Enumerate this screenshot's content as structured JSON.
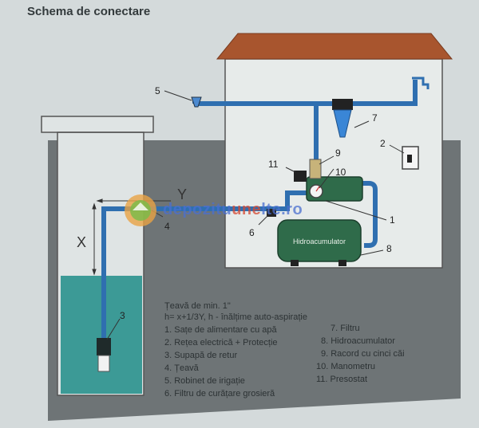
{
  "title": "Schema de conectare",
  "spec_line_1": "Țeavă de min. 1\"",
  "spec_line_2": "h= x+1/3Y, h - înălțime auto-aspirație",
  "legend_left": [
    "1. Sațe de alimentare cu apă",
    "2. Rețea electrică + Protecție",
    "3. Supapă de retur",
    "4. Țeavă",
    "5. Robinet de irigație",
    "6. Filtru de curățare grosieră"
  ],
  "legend_right": [
    "7. Filtru",
    "8. Hidroacumulator",
    "9. Racord cu cinci căi",
    "10. Manometru",
    "11. Presostat"
  ],
  "dimension_labels": {
    "x": "X",
    "y": "Y"
  },
  "tank_label": "Hidroacumulator",
  "callouts": [
    "1",
    "2",
    "3",
    "4",
    "5",
    "6",
    "7",
    "8",
    "9",
    "10",
    "11"
  ],
  "watermark": {
    "part_blue_1": "depozitu",
    "part_red": "une",
    "part_blue_2": "lte.ro"
  },
  "colors": {
    "water": "#3c9a96",
    "pipe": "#2f6fb0",
    "tank": "#2f6b4a",
    "ground": "#6e7476",
    "roof": "#a8552e"
  }
}
